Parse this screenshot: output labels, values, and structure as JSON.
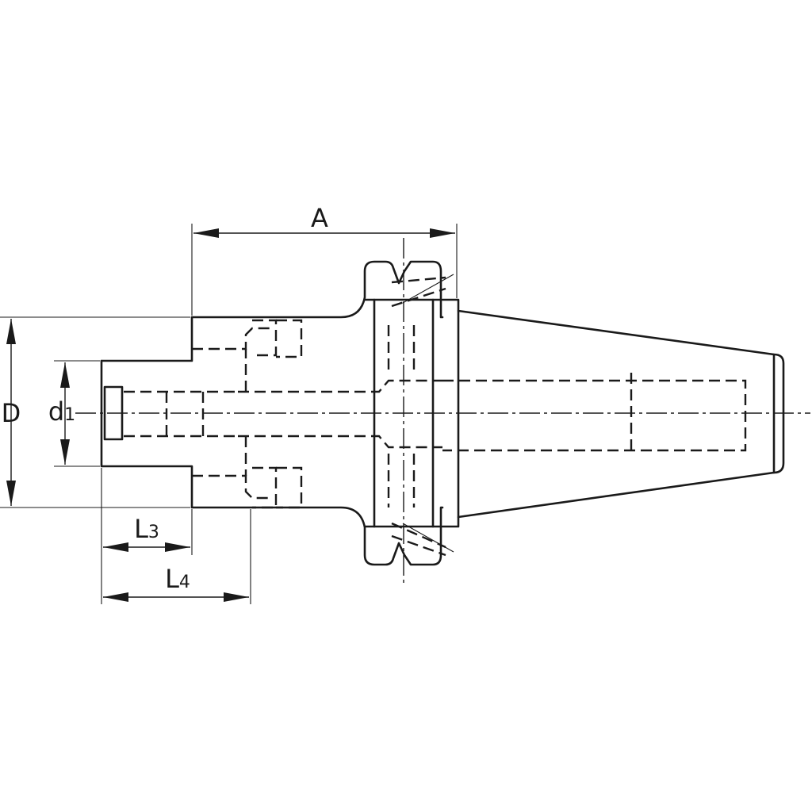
{
  "dimensions": {
    "A": "A",
    "D": "D",
    "d1": {
      "main": "d",
      "sub": "1"
    },
    "L3": {
      "main": "L",
      "sub": "3"
    },
    "L4": {
      "main": "L",
      "sub": "4"
    }
  }
}
